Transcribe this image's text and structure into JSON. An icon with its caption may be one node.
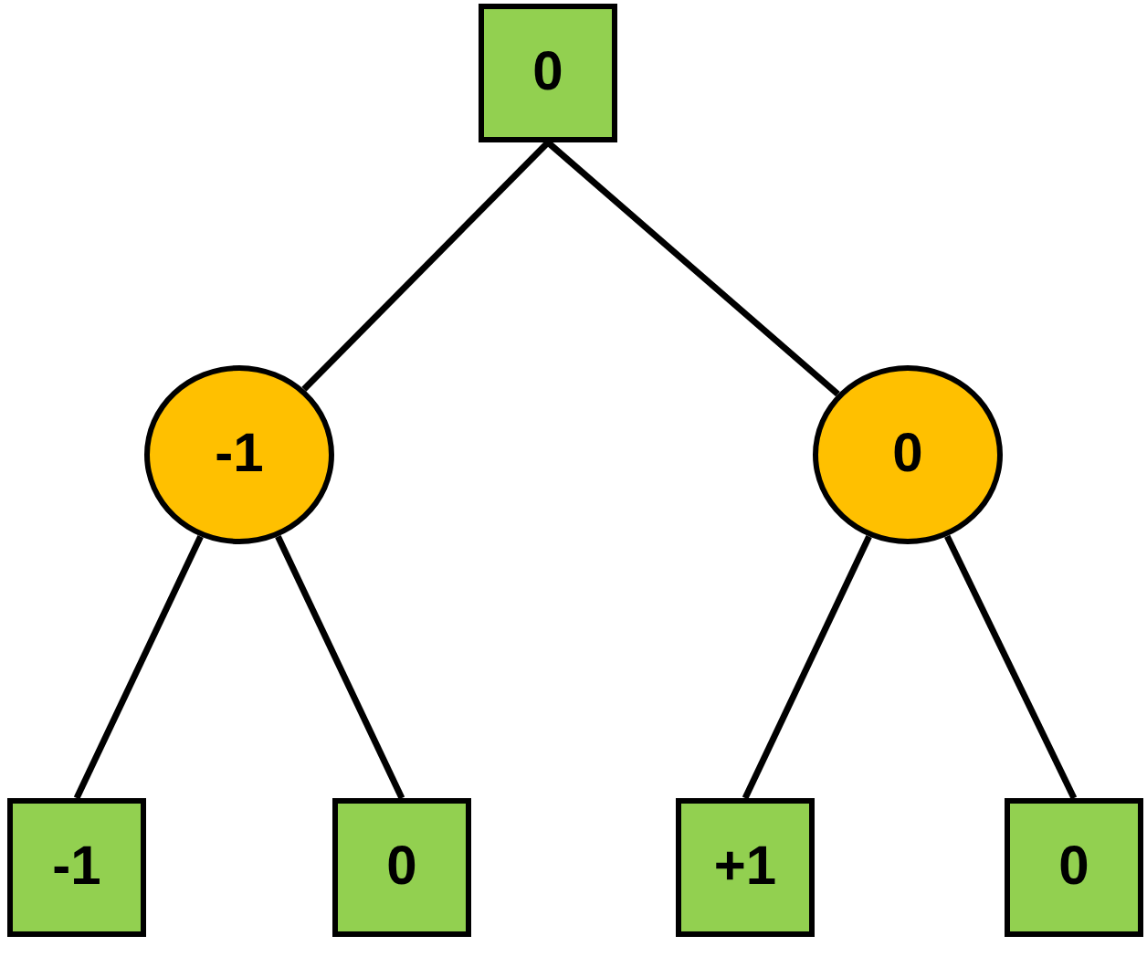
{
  "diagram": {
    "nodes": [
      {
        "text": [
          "0"
        ]
      },
      {
        "text": [
          "-1"
        ]
      },
      {
        "text": [
          "0"
        ]
      },
      {
        "text": [
          "-1"
        ]
      },
      {
        "text": [
          "0"
        ]
      },
      {
        "text": [
          "+1"
        ]
      },
      {
        "text": [
          "0"
        ]
      }
    ],
    "edges": [
      {
        "from": 0,
        "to": 1,
        "arrow": "none"
      },
      {
        "from": 0,
        "to": 2,
        "arrow": "none"
      },
      {
        "from": 1,
        "to": 3,
        "arrow": "none"
      },
      {
        "from": 1,
        "to": 4,
        "arrow": "none"
      },
      {
        "from": 2,
        "to": 5,
        "arrow": "none"
      },
      {
        "from": 2,
        "to": 6,
        "arrow": "none"
      }
    ]
  }
}
